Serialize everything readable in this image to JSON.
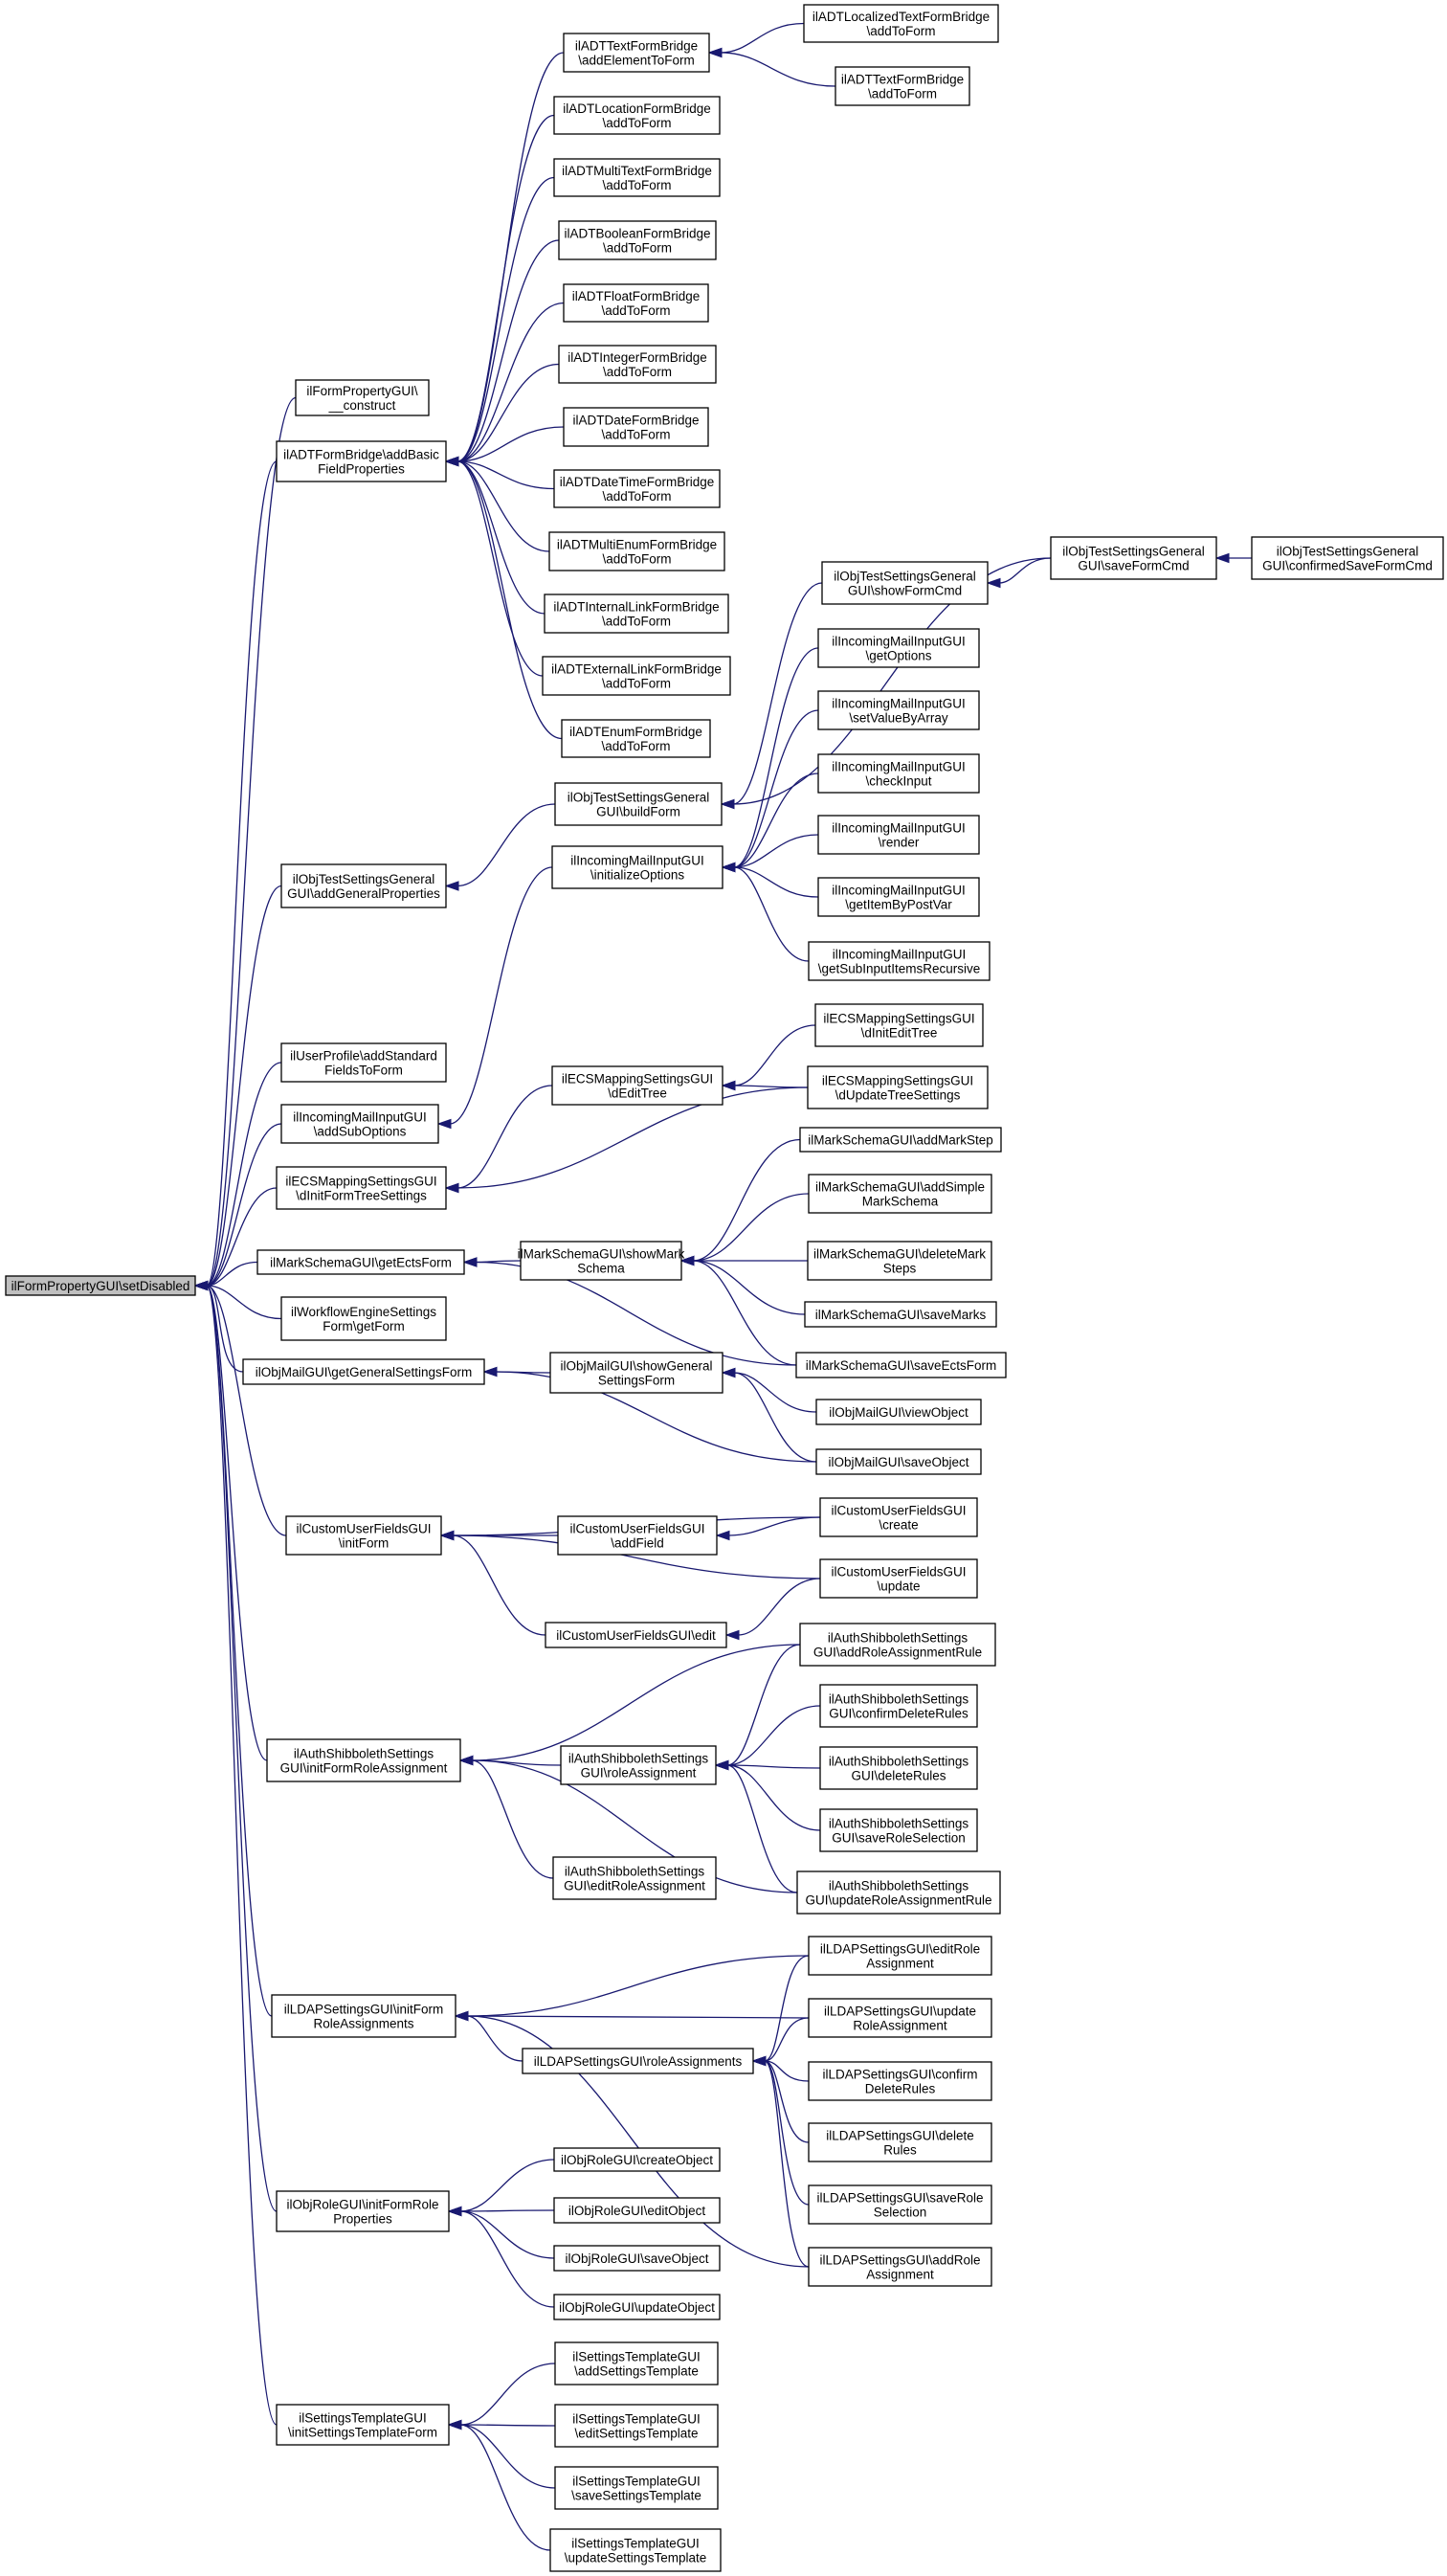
{
  "diagram": {
    "title": "",
    "nodes": [
      {
        "id": "root",
        "lines": [
          "ilFormPropertyGUI\\setDisabled"
        ],
        "root": true
      },
      {
        "id": "fp_construct",
        "lines": [
          "ilFormPropertyGUI\\",
          "__construct"
        ]
      },
      {
        "id": "adtb_addbasic",
        "lines": [
          "ilADTFormBridge\\addBasic",
          "FieldProperties"
        ]
      },
      {
        "id": "adt_text_addel",
        "lines": [
          "ilADTTextFormBridge",
          "\\addElementToForm"
        ]
      },
      {
        "id": "adt_loctext_add",
        "lines": [
          "ilADTLocalizedTextFormBridge",
          "\\addToForm"
        ]
      },
      {
        "id": "adt_text_add",
        "lines": [
          "ilADTTextFormBridge",
          "\\addToForm"
        ]
      },
      {
        "id": "adt_location",
        "lines": [
          "ilADTLocationFormBridge",
          "\\addToForm"
        ]
      },
      {
        "id": "adt_multitext",
        "lines": [
          "ilADTMultiTextFormBridge",
          "\\addToForm"
        ]
      },
      {
        "id": "adt_boolean",
        "lines": [
          "ilADTBooleanFormBridge",
          "\\addToForm"
        ]
      },
      {
        "id": "adt_float",
        "lines": [
          "ilADTFloatFormBridge",
          "\\addToForm"
        ]
      },
      {
        "id": "adt_integer",
        "lines": [
          "ilADTIntegerFormBridge",
          "\\addToForm"
        ]
      },
      {
        "id": "adt_date",
        "lines": [
          "ilADTDateFormBridge",
          "\\addToForm"
        ]
      },
      {
        "id": "adt_datetime",
        "lines": [
          "ilADTDateTimeFormBridge",
          "\\addToForm"
        ]
      },
      {
        "id": "adt_multienum",
        "lines": [
          "ilADTMultiEnumFormBridge",
          "\\addToForm"
        ]
      },
      {
        "id": "adt_intlink",
        "lines": [
          "ilADTInternalLinkFormBridge",
          "\\addToForm"
        ]
      },
      {
        "id": "adt_extlink",
        "lines": [
          "ilADTExternalLinkFormBridge",
          "\\addToForm"
        ]
      },
      {
        "id": "adt_enum",
        "lines": [
          "ilADTEnumFormBridge",
          "\\addToForm"
        ]
      },
      {
        "id": "ots_addgeneral",
        "lines": [
          "ilObjTestSettingsGeneral",
          "GUI\\addGeneralProperties"
        ]
      },
      {
        "id": "ots_buildform",
        "lines": [
          "ilObjTestSettingsGeneral",
          "GUI\\buildForm"
        ]
      },
      {
        "id": "ots_showform",
        "lines": [
          "ilObjTestSettingsGeneral",
          "GUI\\showFormCmd"
        ]
      },
      {
        "id": "ots_saveform",
        "lines": [
          "ilObjTestSettingsGeneral",
          "GUI\\saveFormCmd"
        ]
      },
      {
        "id": "ots_confirmed",
        "lines": [
          "ilObjTestSettingsGeneral",
          "GUI\\confirmedSaveFormCmd"
        ]
      },
      {
        "id": "imi_initoptions",
        "lines": [
          "ilIncomingMailInputGUI",
          "\\initializeOptions"
        ]
      },
      {
        "id": "imi_getoptions",
        "lines": [
          "ilIncomingMailInputGUI",
          "\\getOptions"
        ]
      },
      {
        "id": "imi_setvalue",
        "lines": [
          "ilIncomingMailInputGUI",
          "\\setValueByArray"
        ]
      },
      {
        "id": "imi_checkinput",
        "lines": [
          "ilIncomingMailInputGUI",
          "\\checkInput"
        ]
      },
      {
        "id": "imi_render",
        "lines": [
          "ilIncomingMailInputGUI",
          "\\render"
        ]
      },
      {
        "id": "imi_getitem",
        "lines": [
          "ilIncomingMailInputGUI",
          "\\getItemByPostVar"
        ]
      },
      {
        "id": "imi_getsub",
        "lines": [
          "ilIncomingMailInputGUI",
          "\\getSubInputItemsRecursive"
        ]
      },
      {
        "id": "up_addstandard",
        "lines": [
          "ilUserProfile\\addStandard",
          "FieldsToForm"
        ]
      },
      {
        "id": "imi_addsub",
        "lines": [
          "ilIncomingMailInputGUI",
          "\\addSubOptions"
        ]
      },
      {
        "id": "ecs_initform",
        "lines": [
          "ilECSMappingSettingsGUI",
          "\\dInitFormTreeSettings"
        ]
      },
      {
        "id": "ecs_edittree",
        "lines": [
          "ilECSMappingSettingsGUI",
          "\\dEditTree"
        ]
      },
      {
        "id": "ecs_initedit",
        "lines": [
          "ilECSMappingSettingsGUI",
          "\\dInitEditTree"
        ]
      },
      {
        "id": "ecs_update",
        "lines": [
          "ilECSMappingSettingsGUI",
          "\\dUpdateTreeSettings"
        ]
      },
      {
        "id": "ms_getects",
        "lines": [
          "ilMarkSchemaGUI\\getEctsForm"
        ]
      },
      {
        "id": "ms_show",
        "lines": [
          "ilMarkSchemaGUI\\showMark",
          "Schema"
        ]
      },
      {
        "id": "ms_addstep",
        "lines": [
          "ilMarkSchemaGUI\\addMarkStep"
        ]
      },
      {
        "id": "ms_addsimple",
        "lines": [
          "ilMarkSchemaGUI\\addSimple",
          "MarkSchema"
        ]
      },
      {
        "id": "ms_delete",
        "lines": [
          "ilMarkSchemaGUI\\deleteMark",
          "Steps"
        ]
      },
      {
        "id": "ms_savemarks",
        "lines": [
          "ilMarkSchemaGUI\\saveMarks"
        ]
      },
      {
        "id": "ms_saveects",
        "lines": [
          "ilMarkSchemaGUI\\saveEctsForm"
        ]
      },
      {
        "id": "wf_getform",
        "lines": [
          "ilWorkflowEngineSettings",
          "Form\\getForm"
        ]
      },
      {
        "id": "om_getgeneral",
        "lines": [
          "ilObjMailGUI\\getGeneralSettingsForm"
        ]
      },
      {
        "id": "om_show",
        "lines": [
          "ilObjMailGUI\\showGeneral",
          "SettingsForm"
        ]
      },
      {
        "id": "om_view",
        "lines": [
          "ilObjMailGUI\\viewObject"
        ]
      },
      {
        "id": "om_save",
        "lines": [
          "ilObjMailGUI\\saveObject"
        ]
      },
      {
        "id": "cuf_initform",
        "lines": [
          "ilCustomUserFieldsGUI",
          "\\initForm"
        ]
      },
      {
        "id": "cuf_addfield",
        "lines": [
          "ilCustomUserFieldsGUI",
          "\\addField"
        ]
      },
      {
        "id": "cuf_create",
        "lines": [
          "ilCustomUserFieldsGUI",
          "\\create"
        ]
      },
      {
        "id": "cuf_update",
        "lines": [
          "ilCustomUserFieldsGUI",
          "\\update"
        ]
      },
      {
        "id": "cuf_edit",
        "lines": [
          "ilCustomUserFieldsGUI\\edit"
        ]
      },
      {
        "id": "as_initform",
        "lines": [
          "ilAuthShibbolethSettings",
          "GUI\\initFormRoleAssignment"
        ]
      },
      {
        "id": "as_roleassign",
        "lines": [
          "ilAuthShibbolethSettings",
          "GUI\\roleAssignment"
        ]
      },
      {
        "id": "as_addrule",
        "lines": [
          "ilAuthShibbolethSettings",
          "GUI\\addRoleAssignmentRule"
        ]
      },
      {
        "id": "as_confirmdel",
        "lines": [
          "ilAuthShibbolethSettings",
          "GUI\\confirmDeleteRules"
        ]
      },
      {
        "id": "as_delrules",
        "lines": [
          "ilAuthShibbolethSettings",
          "GUI\\deleteRules"
        ]
      },
      {
        "id": "as_saverole",
        "lines": [
          "ilAuthShibbolethSettings",
          "GUI\\saveRoleSelection"
        ]
      },
      {
        "id": "as_updaterule",
        "lines": [
          "ilAuthShibbolethSettings",
          "GUI\\updateRoleAssignmentRule"
        ]
      },
      {
        "id": "as_editrole",
        "lines": [
          "ilAuthShibbolethSettings",
          "GUI\\editRoleAssignment"
        ]
      },
      {
        "id": "ldap_initform",
        "lines": [
          "ilLDAPSettingsGUI\\initForm",
          "RoleAssignments"
        ]
      },
      {
        "id": "ldap_roleassign",
        "lines": [
          "ilLDAPSettingsGUI\\roleAssignments"
        ]
      },
      {
        "id": "ldap_editrole",
        "lines": [
          "ilLDAPSettingsGUI\\editRole",
          "Assignment"
        ]
      },
      {
        "id": "ldap_update",
        "lines": [
          "ilLDAPSettingsGUI\\update",
          "RoleAssignment"
        ]
      },
      {
        "id": "ldap_confirm",
        "lines": [
          "ilLDAPSettingsGUI\\confirm",
          "DeleteRules"
        ]
      },
      {
        "id": "ldap_delete",
        "lines": [
          "ilLDAPSettingsGUI\\delete",
          "Rules"
        ]
      },
      {
        "id": "ldap_saverole",
        "lines": [
          "ilLDAPSettingsGUI\\saveRole",
          "Selection"
        ]
      },
      {
        "id": "ldap_addrole",
        "lines": [
          "ilLDAPSettingsGUI\\addRole",
          "Assignment"
        ]
      },
      {
        "id": "or_initform",
        "lines": [
          "ilObjRoleGUI\\initFormRole",
          "Properties"
        ]
      },
      {
        "id": "or_create",
        "lines": [
          "ilObjRoleGUI\\createObject"
        ]
      },
      {
        "id": "or_edit",
        "lines": [
          "ilObjRoleGUI\\editObject"
        ]
      },
      {
        "id": "or_save",
        "lines": [
          "ilObjRoleGUI\\saveObject"
        ]
      },
      {
        "id": "or_update",
        "lines": [
          "ilObjRoleGUI\\updateObject"
        ]
      },
      {
        "id": "st_initform",
        "lines": [
          "ilSettingsTemplateGUI",
          "\\initSettingsTemplateForm"
        ]
      },
      {
        "id": "st_add",
        "lines": [
          "ilSettingsTemplateGUI",
          "\\addSettingsTemplate"
        ]
      },
      {
        "id": "st_edit",
        "lines": [
          "ilSettingsTemplateGUI",
          "\\editSettingsTemplate"
        ]
      },
      {
        "id": "st_save",
        "lines": [
          "ilSettingsTemplateGUI",
          "\\saveSettingsTemplate"
        ]
      },
      {
        "id": "st_update",
        "lines": [
          "ilSettingsTemplateGUI",
          "\\updateSettingsTemplate"
        ]
      }
    ],
    "edges": [
      {
        "from": "fp_construct",
        "to": "root"
      },
      {
        "from": "adtb_addbasic",
        "to": "root"
      },
      {
        "from": "ots_addgeneral",
        "to": "root"
      },
      {
        "from": "up_addstandard",
        "to": "root"
      },
      {
        "from": "imi_addsub",
        "to": "root"
      },
      {
        "from": "ecs_initform",
        "to": "root"
      },
      {
        "from": "ms_getects",
        "to": "root"
      },
      {
        "from": "wf_getform",
        "to": "root"
      },
      {
        "from": "om_getgeneral",
        "to": "root"
      },
      {
        "from": "cuf_initform",
        "to": "root"
      },
      {
        "from": "as_initform",
        "to": "root"
      },
      {
        "from": "ldap_initform",
        "to": "root"
      },
      {
        "from": "or_initform",
        "to": "root"
      },
      {
        "from": "st_initform",
        "to": "root"
      },
      {
        "from": "adt_text_addel",
        "to": "adtb_addbasic"
      },
      {
        "from": "adt_location",
        "to": "adtb_addbasic"
      },
      {
        "from": "adt_multitext",
        "to": "adtb_addbasic"
      },
      {
        "from": "adt_boolean",
        "to": "adtb_addbasic"
      },
      {
        "from": "adt_float",
        "to": "adtb_addbasic"
      },
      {
        "from": "adt_integer",
        "to": "adtb_addbasic"
      },
      {
        "from": "adt_date",
        "to": "adtb_addbasic"
      },
      {
        "from": "adt_datetime",
        "to": "adtb_addbasic"
      },
      {
        "from": "adt_multienum",
        "to": "adtb_addbasic"
      },
      {
        "from": "adt_intlink",
        "to": "adtb_addbasic"
      },
      {
        "from": "adt_extlink",
        "to": "adtb_addbasic"
      },
      {
        "from": "adt_enum",
        "to": "adtb_addbasic"
      },
      {
        "from": "adt_loctext_add",
        "to": "adt_text_addel"
      },
      {
        "from": "adt_text_add",
        "to": "adt_text_addel"
      },
      {
        "from": "ots_buildform",
        "to": "ots_addgeneral"
      },
      {
        "from": "ots_showform",
        "to": "ots_buildform"
      },
      {
        "from": "ots_saveform",
        "to": "ots_buildform"
      },
      {
        "from": "ots_saveform",
        "to": "ots_showform"
      },
      {
        "from": "ots_confirmed",
        "to": "ots_saveform"
      },
      {
        "from": "imi_initoptions",
        "to": "imi_addsub"
      },
      {
        "from": "imi_getoptions",
        "to": "imi_initoptions"
      },
      {
        "from": "imi_setvalue",
        "to": "imi_initoptions"
      },
      {
        "from": "imi_checkinput",
        "to": "imi_initoptions"
      },
      {
        "from": "imi_render",
        "to": "imi_initoptions"
      },
      {
        "from": "imi_getitem",
        "to": "imi_initoptions"
      },
      {
        "from": "imi_getsub",
        "to": "imi_initoptions"
      },
      {
        "from": "ecs_edittree",
        "to": "ecs_initform"
      },
      {
        "from": "ecs_update",
        "to": "ecs_initform"
      },
      {
        "from": "ecs_initedit",
        "to": "ecs_edittree"
      },
      {
        "from": "ecs_update",
        "to": "ecs_edittree"
      },
      {
        "from": "ms_show",
        "to": "ms_getects"
      },
      {
        "from": "ms_saveects",
        "to": "ms_getects"
      },
      {
        "from": "ms_addstep",
        "to": "ms_show"
      },
      {
        "from": "ms_addsimple",
        "to": "ms_show"
      },
      {
        "from": "ms_delete",
        "to": "ms_show"
      },
      {
        "from": "ms_savemarks",
        "to": "ms_show"
      },
      {
        "from": "ms_saveects",
        "to": "ms_show"
      },
      {
        "from": "om_show",
        "to": "om_getgeneral"
      },
      {
        "from": "om_save",
        "to": "om_getgeneral"
      },
      {
        "from": "om_view",
        "to": "om_show"
      },
      {
        "from": "om_save",
        "to": "om_show"
      },
      {
        "from": "cuf_create",
        "to": "cuf_initform"
      },
      {
        "from": "cuf_addfield",
        "to": "cuf_initform"
      },
      {
        "from": "cuf_update",
        "to": "cuf_initform"
      },
      {
        "from": "cuf_edit",
        "to": "cuf_initform"
      },
      {
        "from": "cuf_create",
        "to": "cuf_addfield"
      },
      {
        "from": "cuf_update",
        "to": "cuf_edit"
      },
      {
        "from": "as_addrule",
        "to": "as_initform"
      },
      {
        "from": "as_roleassign",
        "to": "as_initform"
      },
      {
        "from": "as_updaterule",
        "to": "as_initform"
      },
      {
        "from": "as_editrole",
        "to": "as_initform"
      },
      {
        "from": "as_addrule",
        "to": "as_roleassign"
      },
      {
        "from": "as_confirmdel",
        "to": "as_roleassign"
      },
      {
        "from": "as_delrules",
        "to": "as_roleassign"
      },
      {
        "from": "as_saverole",
        "to": "as_roleassign"
      },
      {
        "from": "as_updaterule",
        "to": "as_roleassign"
      },
      {
        "from": "ldap_editrole",
        "to": "ldap_initform"
      },
      {
        "from": "ldap_update",
        "to": "ldap_initform"
      },
      {
        "from": "ldap_roleassign",
        "to": "ldap_initform"
      },
      {
        "from": "ldap_addrole",
        "to": "ldap_initform"
      },
      {
        "from": "ldap_editrole",
        "to": "ldap_roleassign"
      },
      {
        "from": "ldap_update",
        "to": "ldap_roleassign"
      },
      {
        "from": "ldap_confirm",
        "to": "ldap_roleassign"
      },
      {
        "from": "ldap_delete",
        "to": "ldap_roleassign"
      },
      {
        "from": "ldap_saverole",
        "to": "ldap_roleassign"
      },
      {
        "from": "ldap_addrole",
        "to": "ldap_roleassign"
      },
      {
        "from": "or_create",
        "to": "or_initform"
      },
      {
        "from": "or_edit",
        "to": "or_initform"
      },
      {
        "from": "or_save",
        "to": "or_initform"
      },
      {
        "from": "or_update",
        "to": "or_initform"
      },
      {
        "from": "st_add",
        "to": "st_initform"
      },
      {
        "from": "st_edit",
        "to": "st_initform"
      },
      {
        "from": "st_save",
        "to": "st_initform"
      },
      {
        "from": "st_update",
        "to": "st_initform"
      }
    ]
  }
}
